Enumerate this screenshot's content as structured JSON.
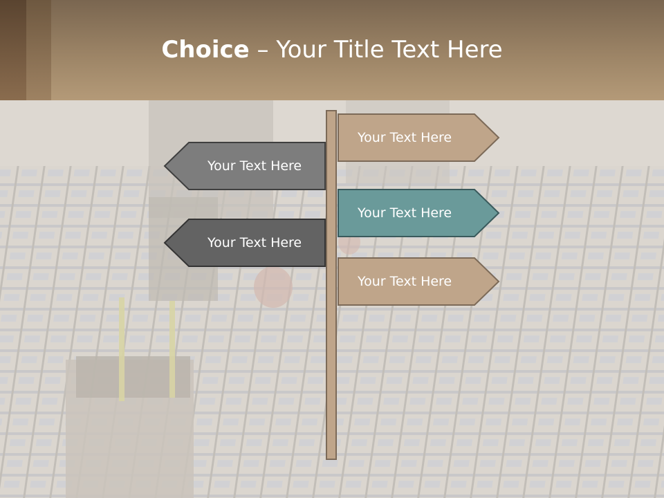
{
  "title": {
    "bold": "Choice",
    "rest": " – Your Title Text Here"
  },
  "signs": [
    {
      "label": "Your Text Here",
      "direction": "right",
      "color": "#bfa58a"
    },
    {
      "label": "Your Text Here",
      "direction": "left",
      "color": "#7d7d7d"
    },
    {
      "label": "Your Text Here",
      "direction": "right",
      "color": "#6a9a9a"
    },
    {
      "label": "Your Text Here",
      "direction": "left",
      "color": "#636363"
    },
    {
      "label": "Your Text Here",
      "direction": "right",
      "color": "#bfa58a"
    }
  ],
  "colors": {
    "header": "#9c8466",
    "post": "#bfa58a",
    "outline": "#7c6a58"
  }
}
